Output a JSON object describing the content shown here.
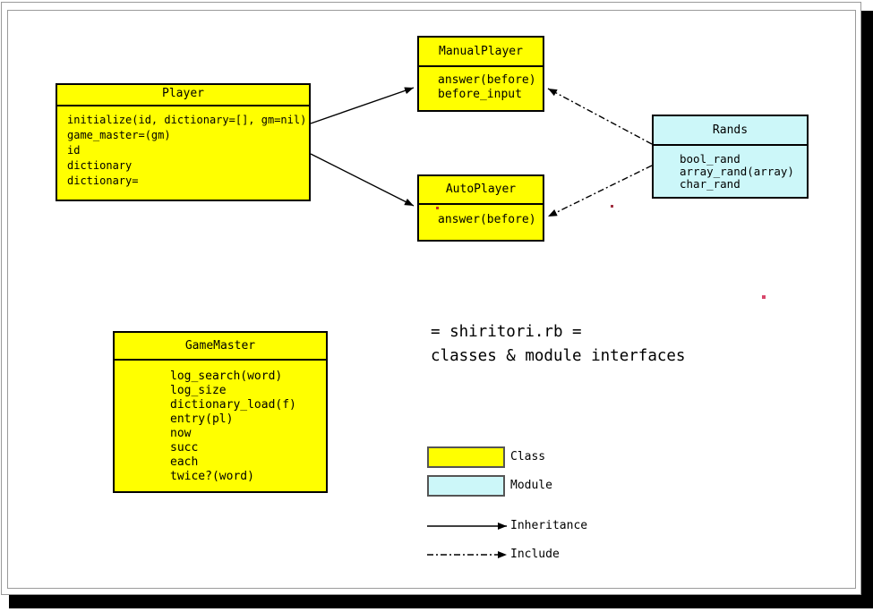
{
  "title": {
    "line1": "= shiritori.rb =",
    "line2": "classes & module interfaces"
  },
  "boxes": {
    "player": {
      "name": "Player",
      "kind": "class",
      "methods": [
        "initialize(id, dictionary=[], gm=nil)",
        "game_master=(gm)",
        "id",
        "dictionary",
        "dictionary="
      ]
    },
    "manual_player": {
      "name": "ManualPlayer",
      "kind": "class",
      "methods": [
        "answer(before)",
        "before_input"
      ]
    },
    "auto_player": {
      "name": "AutoPlayer",
      "kind": "class",
      "methods": [
        "answer(before)"
      ]
    },
    "rands": {
      "name": "Rands",
      "kind": "module",
      "methods": [
        "bool_rand",
        "array_rand(array)",
        "char_rand"
      ]
    },
    "game_master": {
      "name": "GameMaster",
      "kind": "class",
      "methods": [
        "log_search(word)",
        "log_size",
        "dictionary_load(f)",
        "entry(pl)",
        "now",
        "succ",
        "each",
        "twice?(word)"
      ]
    }
  },
  "relations": [
    {
      "type": "inheritance",
      "from": "Player",
      "to": "ManualPlayer"
    },
    {
      "type": "inheritance",
      "from": "Player",
      "to": "AutoPlayer"
    },
    {
      "type": "include",
      "from": "Rands",
      "to": "ManualPlayer"
    },
    {
      "type": "include",
      "from": "Rands",
      "to": "AutoPlayer"
    }
  ],
  "legend": {
    "class_label": "Class",
    "module_label": "Module",
    "inheritance_label": "Inheritance",
    "include_label": "Include"
  },
  "colors": {
    "class_fill": "#ffff00",
    "module_fill": "#ccf7f9",
    "box_border": "#000000",
    "frame_border": "#9a9a9a",
    "shadow": "#000000"
  }
}
